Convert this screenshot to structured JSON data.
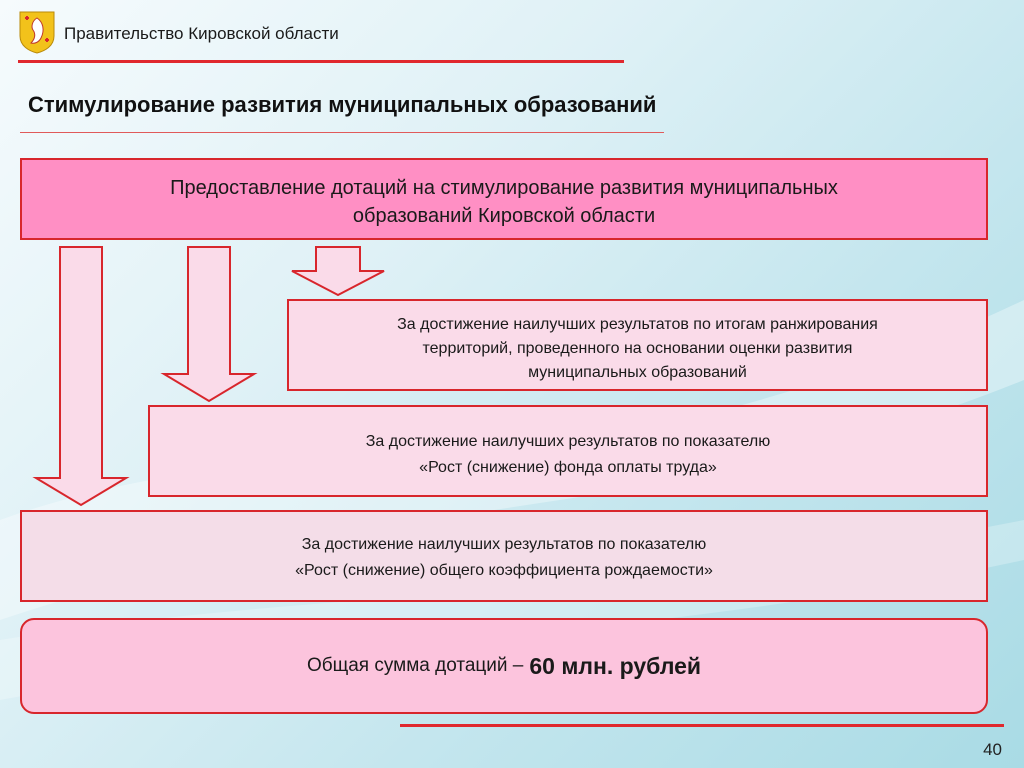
{
  "header": {
    "org_name": "Правительство Кировской области",
    "title": "Стимулирование развития муниципальных образований"
  },
  "main_box": {
    "line1": "Предоставление дотаций на стимулирование развития муниципальных",
    "line2": "образований Кировской области"
  },
  "criteria": [
    {
      "line1": "За достижение наилучших результатов по итогам ранжирования",
      "line2": "территорий, проведенного на основании оценки развития",
      "line3": "муниципальных образований"
    },
    {
      "line1": "За достижение наилучших результатов по показателю",
      "line2": "«Рост (снижение) фонда оплаты труда»"
    },
    {
      "line1": "За достижение наилучших результатов по показателю",
      "line2": "«Рост (снижение) общего коэффициента рождаемости»"
    }
  ],
  "total": {
    "label": "Общая сумма дотаций –",
    "amount": "60 млн. рублей"
  },
  "page_number": "40",
  "colors": {
    "accent_red": "#d8262c",
    "main_pink": "#ff8fc4",
    "light_pink": "#fadbe9",
    "total_pink": "#fcc4dd"
  },
  "icons": {
    "crest": "kirov-coat-of-arms-icon",
    "arrows": "down-arrow-icon"
  }
}
